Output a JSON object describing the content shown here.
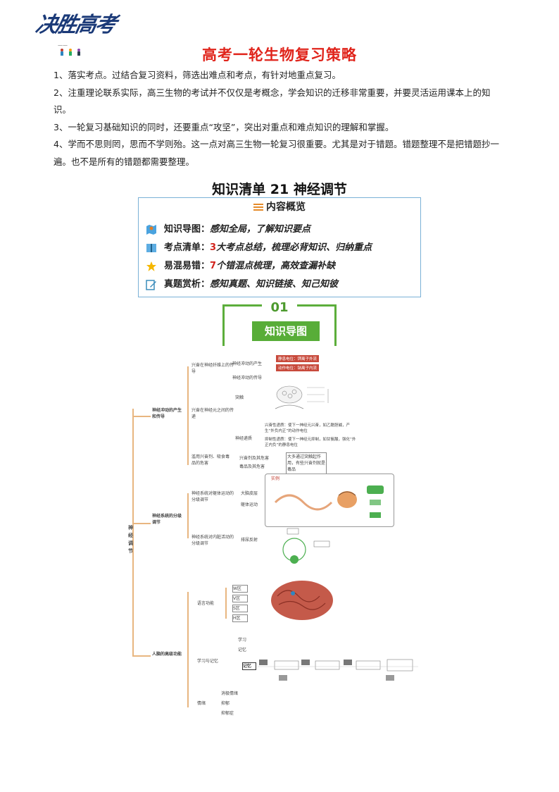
{
  "logo": {
    "text": "决胜高考",
    "sub": "——"
  },
  "title": "高考一轮生物复习策略",
  "intro": [
    "1、落实考点。过结合复习资料，筛选出难点和考点，有针对地重点复习。",
    "2、注重理论联系实际，高三生物的考试并不仅仅是考概念，学会知识的迁移非常重要，并要灵活运用课本上的知识。",
    "3、一轮复习基础知识的同时，还要重点“攻坚”，突出对重点和难点知识的理解和掌握。",
    "4、学而不思则罔，思而不学则殆。这一点对高三生物一轮复习很重要。尤其是对于错题。错题整理不是把错题抄一遍。也不是所有的错题都需要整理。"
  ],
  "section_title": "知识清单 21 神经调节",
  "overview": {
    "heading": "内容概览",
    "rows": [
      {
        "key": "知识导图：",
        "pre": "",
        "num": "",
        "desc": "感知全局，了解知识要点",
        "icon": "map-icon"
      },
      {
        "key": "考点清单：",
        "pre": "",
        "num": "3",
        "desc": "大考点总结，梳理必背知识、归纳重点",
        "icon": "book-icon"
      },
      {
        "key": "易混易错：",
        "pre": "",
        "num": "7",
        "desc": "个错混点梳理，高效查漏补缺",
        "icon": "star-icon"
      },
      {
        "key": "真题赏析：",
        "pre": "",
        "num": "",
        "desc": "感知真题、知识链接、知己知彼",
        "icon": "edit-icon"
      }
    ]
  },
  "banner": {
    "number": "01",
    "label": "知识导图"
  },
  "mindmap": {
    "root": "神经调节",
    "branches": {
      "b1": "神经冲动的产生和传导",
      "b2": "神经系统的分级调节",
      "b3": "人脑的高级功能"
    },
    "nodes": {
      "n1": "兴奋在神经纤维上的传导",
      "n1a": "神经冲动的产生",
      "n1a1": "静息电位：钾离子外流",
      "n1a2": "动作电位：钠离子内流",
      "n1b": "神经冲动的传导",
      "n2": "兴奋在神经元之间的传递",
      "n2a": "突触",
      "n2b": "神经递质",
      "n2b1": "兴奋性递质：使下一神经元兴奋，如乙酰胆碱，产生“外负内正”的动作电位",
      "n2b2": "抑制性递质：使下一神经元抑制，如甘氨酸，强化“外正内负”的静息电位",
      "n3": "滥用兴奋剂、吸食毒品的危害",
      "n3a": "兴奋剂及其危害",
      "n3b": "毒品及其危害",
      "n3c": "大多通过突触起作用，有些兴奋剂就是毒品",
      "n4": "神经系统对躯体运动的分级调节",
      "n4a": "大脑皮层",
      "n4b": "躯体运动",
      "n4c": "实例",
      "n5": "神经系统对内脏活动的分级调节",
      "n5a": "排尿反射",
      "n6": "语言功能",
      "n6a": "W区",
      "n6b": "V区",
      "n6c": "S区",
      "n6d": "H区",
      "n7": "学习与记忆",
      "n7a": "学习",
      "n7b": "记忆",
      "n7c": "记忆",
      "n8": "情绪",
      "n8a": "消极情绪",
      "n8b": "抑郁",
      "n8c": "抑郁症"
    }
  },
  "colors": {
    "title_red": "#e0241b",
    "accent_green": "#58ad38",
    "box_border": "#7ab1d6",
    "branch": "#e8b680"
  }
}
